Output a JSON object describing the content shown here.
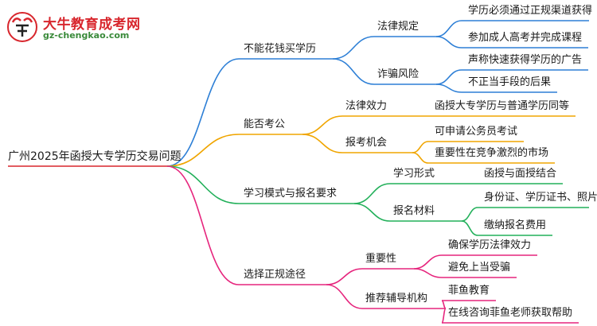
{
  "logo": {
    "title": "大牛教育成考网",
    "url_text": "gz-chengkao.com"
  },
  "root": {
    "label": "广州2025年函授大专学历交易问题",
    "color": "#d8262d"
  },
  "branches": [
    {
      "label": "不能花钱买学历",
      "color": "#2d7fd6",
      "children": [
        {
          "label": "法律规定",
          "leaves": [
            "学历必须通过正规渠道获得",
            "参加成人高考并完成课程"
          ]
        },
        {
          "label": "诈骗风险",
          "leaves": [
            "声称快速获得学历的广告",
            "不正当手段的后果"
          ]
        }
      ]
    },
    {
      "label": "能否考公",
      "color": "#f0a500",
      "children": [
        {
          "label": "法律效力",
          "leaves": [
            "函授大专学历与普通学历同等"
          ]
        },
        {
          "label": "报考机会",
          "leaves": [
            "可申请公务员考试",
            "重要性在竞争激烈的市场"
          ]
        }
      ]
    },
    {
      "label": "学习模式与报名要求",
      "color": "#22b05a",
      "children": [
        {
          "label": "学习形式",
          "leaves": [
            "函授与面授结合"
          ]
        },
        {
          "label": "报名材料",
          "leaves": [
            "身份证、学历证书、照片",
            "缴纳报名费用"
          ]
        }
      ]
    },
    {
      "label": "选择正规途径",
      "color": "#e6257d",
      "children": [
        {
          "label": "重要性",
          "leaves": [
            "确保学历法律效力",
            "避免上当受骗"
          ]
        },
        {
          "label": "推荐辅导机构",
          "leaves": [
            "菲鱼教育",
            "在线咨询菲鱼老师获取帮助"
          ]
        }
      ]
    }
  ]
}
